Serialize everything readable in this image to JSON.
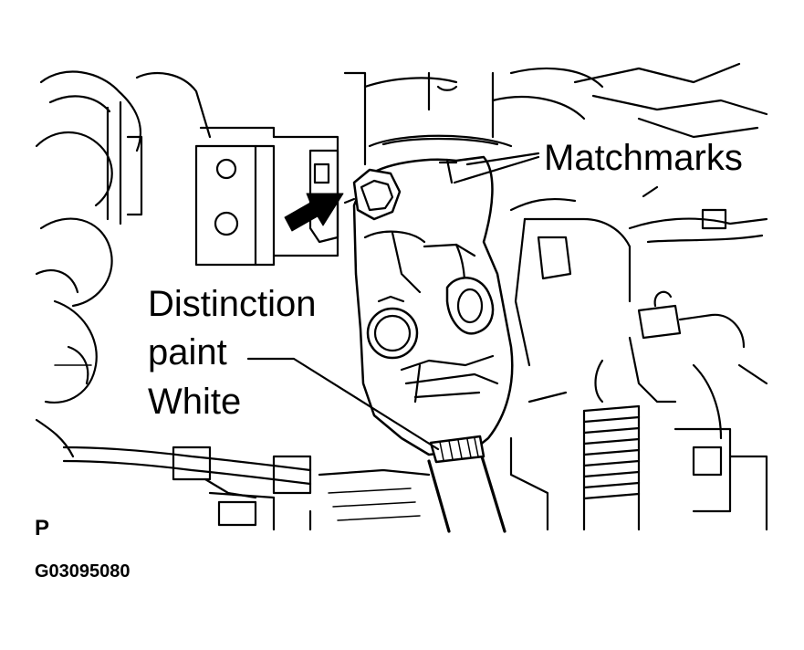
{
  "labels": {
    "matchmarks": "Matchmarks",
    "distinction_line1": "Distinction",
    "distinction_line2": "paint",
    "distinction_line3": "White",
    "corner_letter": "P",
    "figure_code": "G03095080"
  },
  "icons": {
    "indicator_arrow": "arrow-right-icon"
  },
  "colors": {
    "ink": "#000000",
    "background": "#ffffff"
  }
}
